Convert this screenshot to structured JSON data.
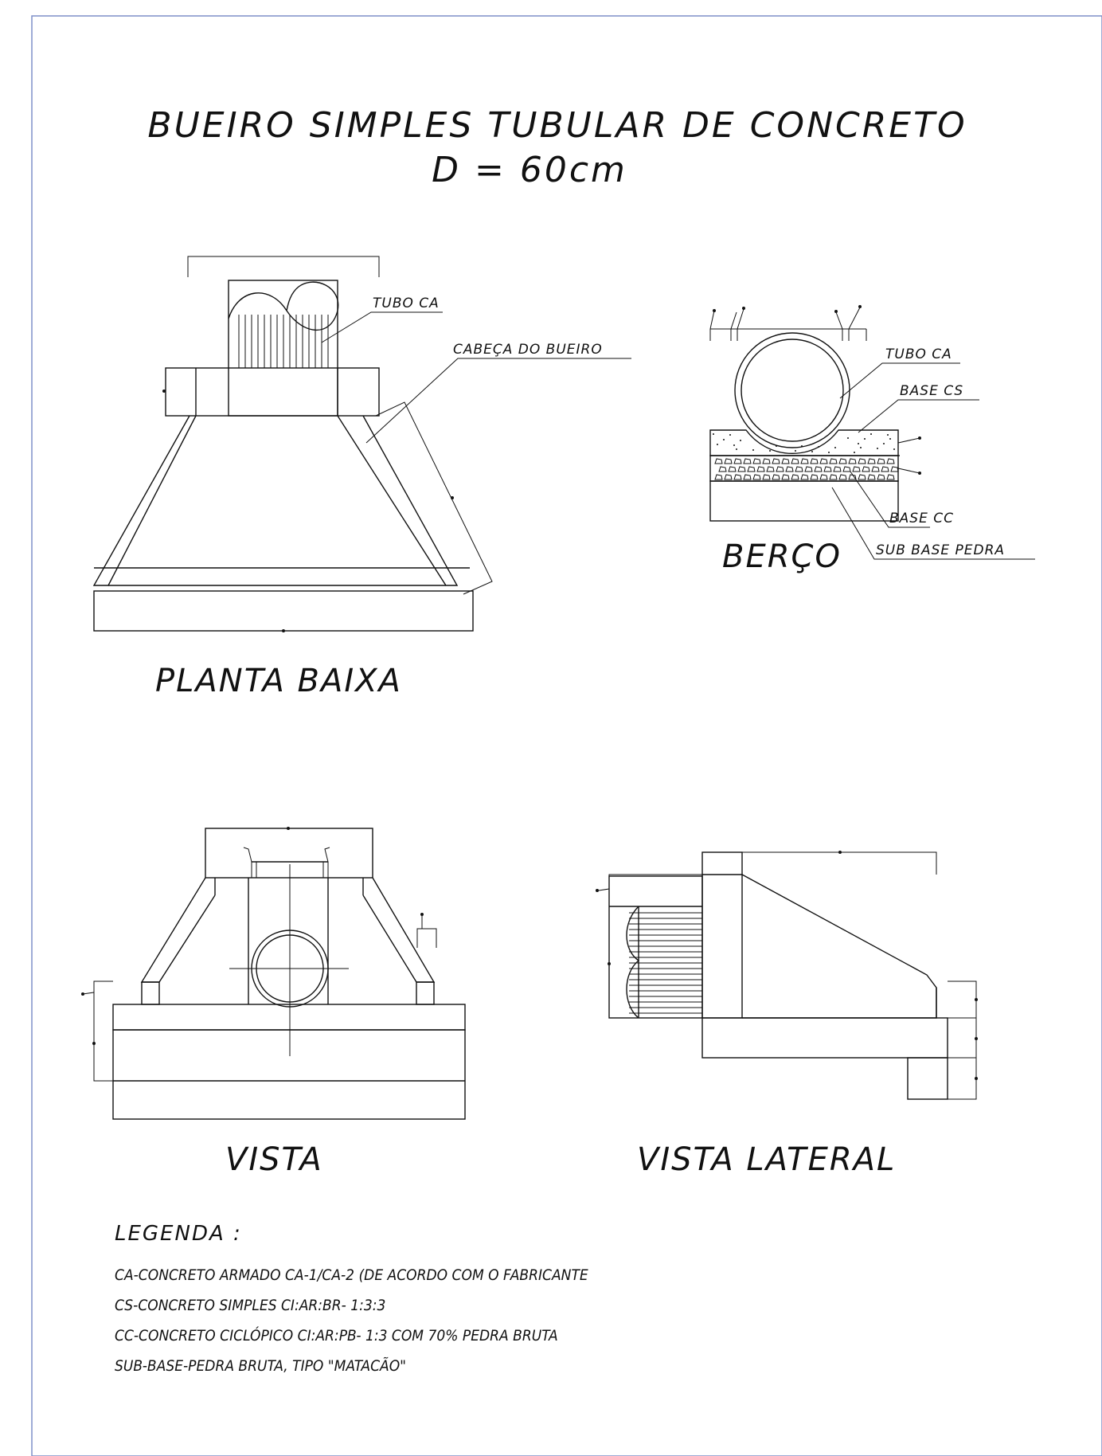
{
  "title": {
    "line1": "BUEIRO SIMPLES TUBULAR DE CONCRETO",
    "line2": "D = 60cm"
  },
  "planta": {
    "caption": "PLANTA BAIXA",
    "label_tubo": "TUBO CA",
    "label_cabeca": "CABEÇA DO BUEIRO"
  },
  "berco": {
    "caption": "BERÇO",
    "label_tubo": "TUBO CA",
    "label_base_cs": "BASE CS",
    "label_base_cc": "BASE CC",
    "label_sub_base": "SUB BASE PEDRA"
  },
  "vista": {
    "caption": "VISTA"
  },
  "vista_lateral": {
    "caption": "VISTA LATERAL"
  },
  "legend": {
    "heading": "LEGENDA :",
    "items": [
      "CA-CONCRETO ARMADO CA-1/CA-2 (DE ACORDO COM O FABRICANTE",
      "CS-CONCRETO SIMPLES CI:AR:BR- 1:3:3",
      "CC-CONCRETO CICLÓPICO CI:AR:PB- 1:3 COM 70% PEDRA BRUTA",
      "SUB-BASE-PEDRA BRUTA, TIPO \"MATACÃO\""
    ]
  },
  "colors": {
    "frame": "#7f8fc8",
    "ink": "#111111"
  }
}
